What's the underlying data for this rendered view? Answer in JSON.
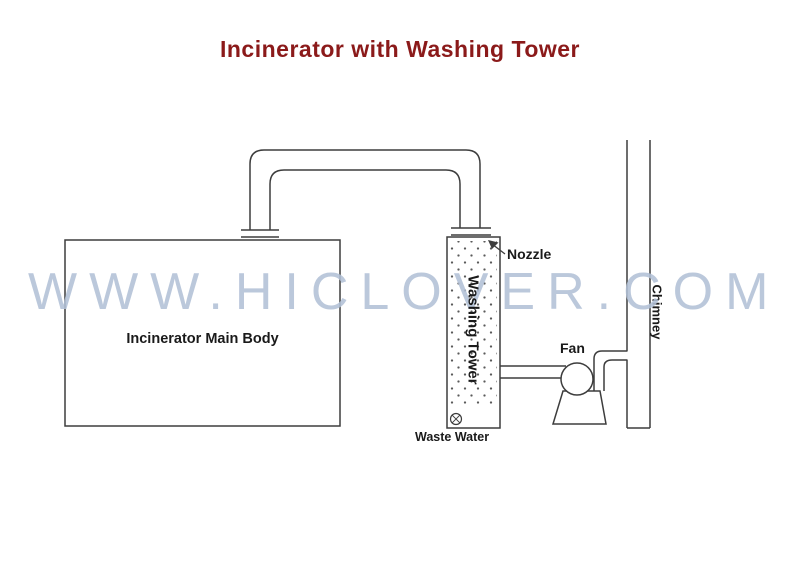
{
  "title": "Incinerator with Washing Tower",
  "watermark": "WWW.HICLOVER.COM",
  "labels": {
    "incinerator": "Incinerator Main Body",
    "washing_tower": "Washing Tower",
    "nozzle": "Nozzle",
    "fan": "Fan",
    "waste_water": "Waste Water",
    "chimney": "Chimney"
  },
  "colors": {
    "title": "#8b1a1a",
    "line": "#3d3d3d",
    "watermark": "#b2c0d6",
    "label_text": "#1a1a1a"
  }
}
